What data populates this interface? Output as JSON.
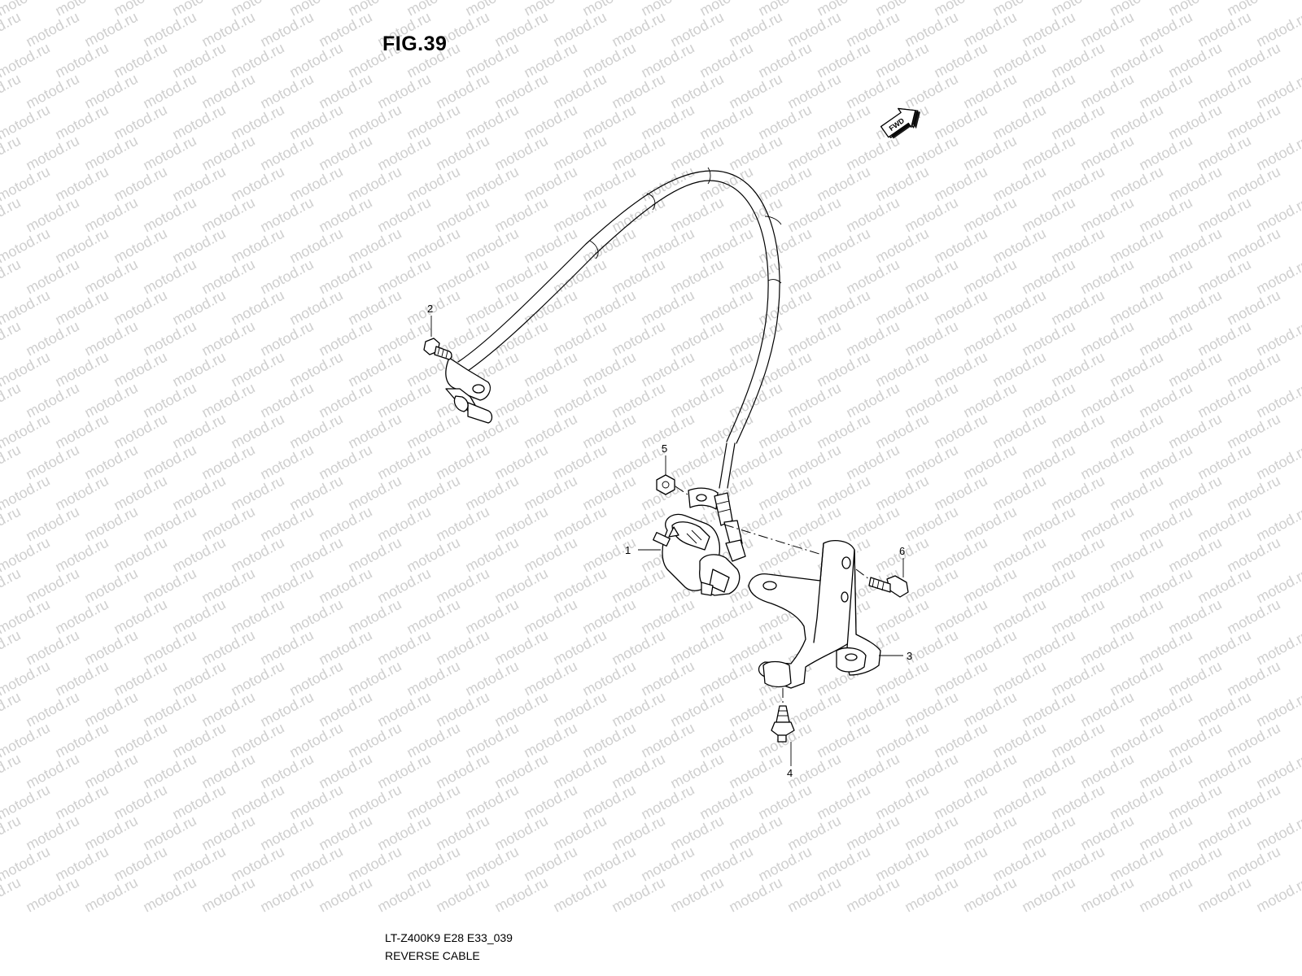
{
  "figure": {
    "title": "FIG.39",
    "caption_code": "LT-Z400K9 E28 E33_039",
    "caption_name": "REVERSE CABLE"
  },
  "watermark": {
    "text": "motod.ru",
    "color": "#cfcfcf"
  },
  "fwd_label": "FWD",
  "callouts": [
    {
      "id": "1",
      "label": "1"
    },
    {
      "id": "2",
      "label": "2"
    },
    {
      "id": "3",
      "label": "3"
    },
    {
      "id": "4",
      "label": "4"
    },
    {
      "id": "5",
      "label": "5"
    },
    {
      "id": "6",
      "label": "6"
    }
  ],
  "icons": [
    "fwd-arrow-icon"
  ]
}
